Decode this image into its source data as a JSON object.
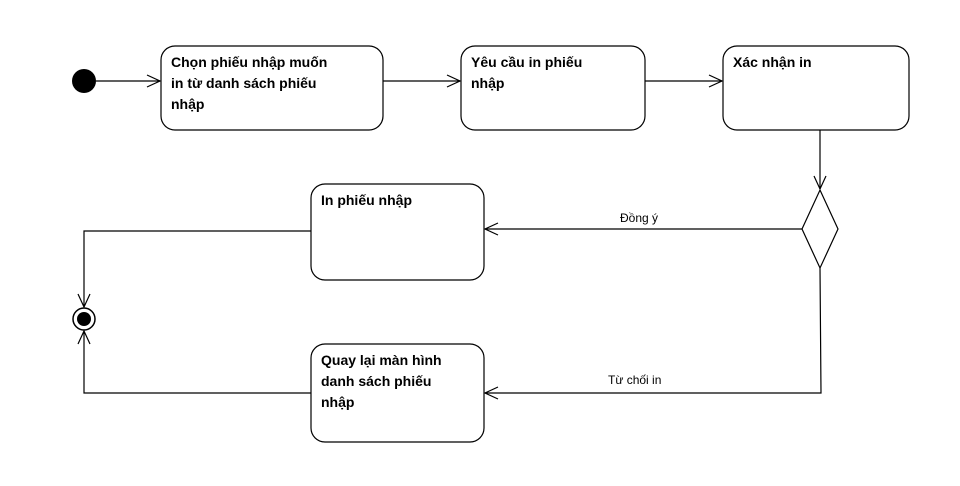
{
  "diagram": {
    "nodes": {
      "chon_phieu": "Chọn phiếu nhập muốn\nin từ danh sách phiếu\nnhập",
      "yeu_cau": "Yêu cầu in phiếu\nnhập",
      "xac_nhan": "Xác nhận in",
      "in_phieu": "In phiếu nhập",
      "quay_lai": "Quay lại màn hình\ndanh sách phiếu\nnhập"
    },
    "edges": {
      "dong_y": "Đồng ý",
      "tu_choi": "Từ chối in"
    },
    "colors": {
      "stroke": "#000000",
      "fill": "#ffffff"
    }
  }
}
